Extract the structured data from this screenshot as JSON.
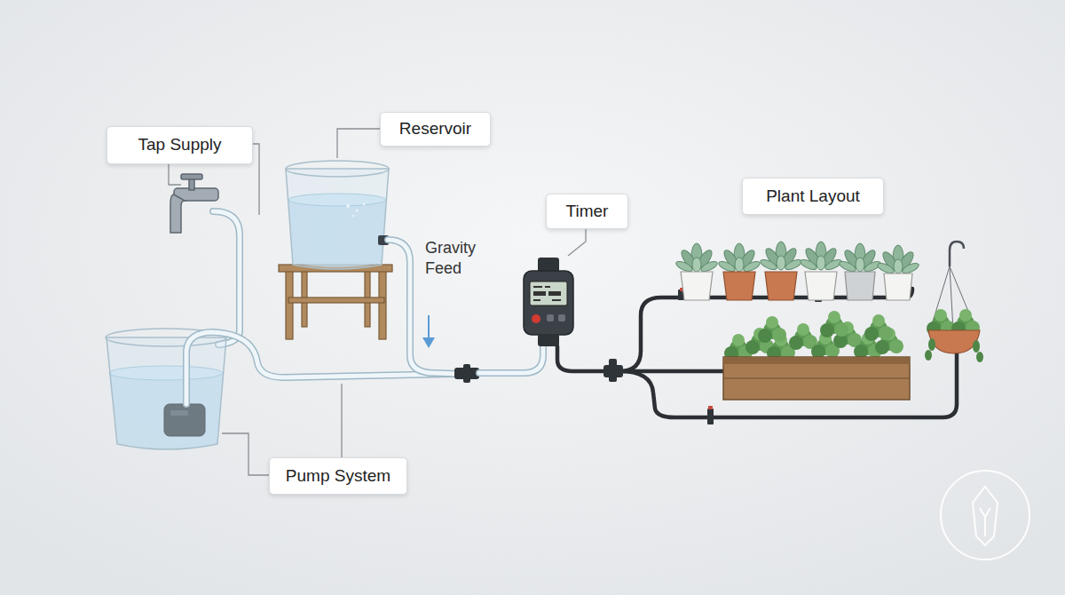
{
  "diagram": {
    "nodes": [
      {
        "text": [
          "Tap Supply"
        ]
      },
      {
        "text": [
          "Reservoir"
        ]
      },
      {
        "text": [
          "Timer"
        ]
      },
      {
        "text": [
          "Plant Layout"
        ]
      },
      {
        "text": [
          "Pump System"
        ]
      }
    ],
    "labels": [
      "Gravity Feed"
    ]
  }
}
